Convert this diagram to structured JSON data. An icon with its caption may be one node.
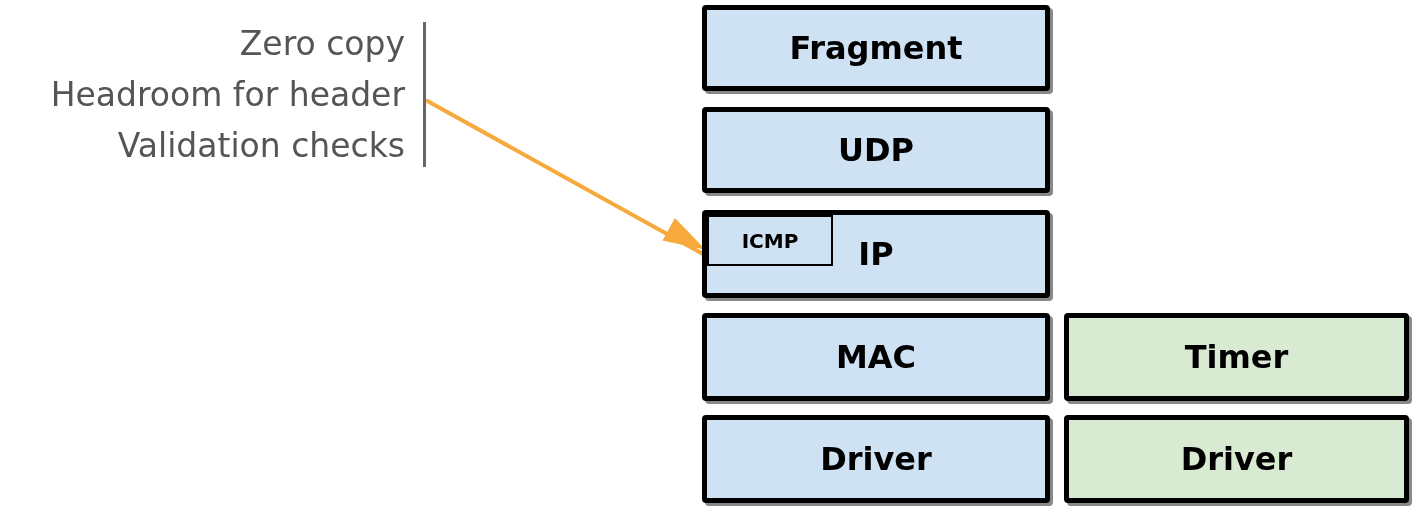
{
  "diagram": {
    "nodes": [
      {
        "text": [
          "Zero copy",
          "Headroom for header",
          "Validation checks"
        ]
      },
      {
        "text": [
          "Fragment"
        ]
      },
      {
        "text": [
          "UDP"
        ]
      },
      {
        "text": [
          "IP"
        ]
      },
      {
        "text": [
          "ICMP"
        ],
        "in": 3
      },
      {
        "text": [
          "MAC"
        ]
      },
      {
        "text": [
          "Timer"
        ]
      },
      {
        "text": [
          "Driver"
        ]
      },
      {
        "text": [
          "Driver"
        ]
      }
    ],
    "edges": [
      {
        "from": 0,
        "to": 3,
        "arrow": "to",
        "color": "#f7a93b"
      }
    ]
  }
}
